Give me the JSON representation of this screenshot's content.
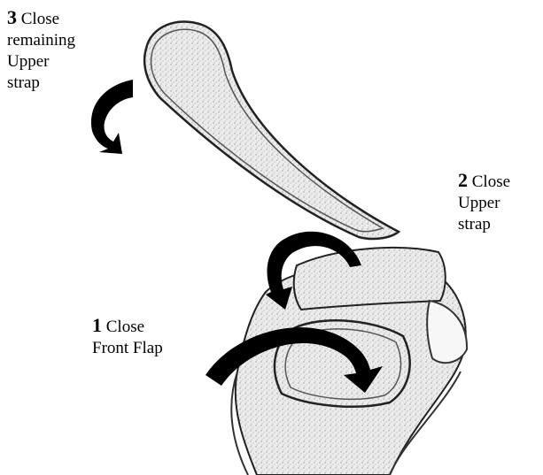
{
  "steps": [
    {
      "number": "3",
      "lines": [
        "Close",
        "remaining",
        "Upper",
        "strap"
      ]
    },
    {
      "number": "2",
      "lines": [
        "Close",
        "Upper",
        "strap"
      ]
    },
    {
      "number": "1",
      "lines": [
        "Close",
        "Front Flap"
      ]
    }
  ],
  "colors": {
    "ink": "#000000",
    "strap_fill": "#e9e9e9",
    "paper": "#ffffff"
  },
  "icons": [
    "curved-arrow-icon",
    "curved-arrow-icon",
    "curved-arrow-icon"
  ]
}
